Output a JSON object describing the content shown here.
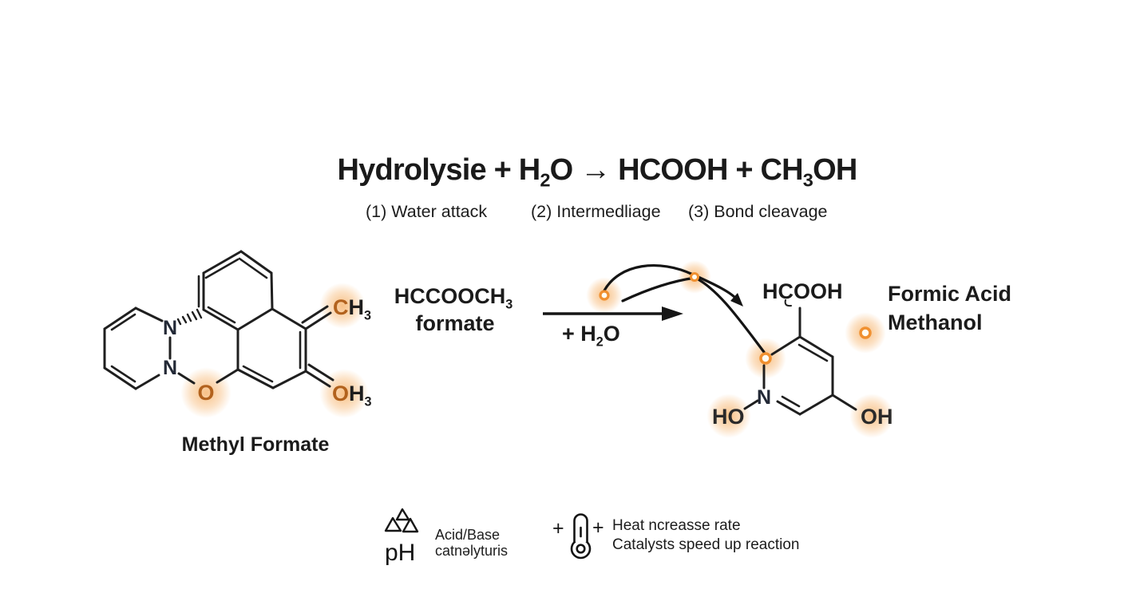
{
  "title": {
    "p1": "Hydrolysie + H",
    "s1": "2",
    "p2": "O → HCOOH + CH",
    "s2": "3",
    "p3": "OH"
  },
  "steps": {
    "s1": "(1) Water attack",
    "s2": "(2) Intermedliage",
    "s3": "(3) Bond cleavage"
  },
  "reactant": {
    "formula_p1": "HCCOOCH",
    "formula_s1": "3",
    "formula_line2": "formate",
    "name": "Methyl Formate",
    "n_top": "N",
    "n_bottom": "N",
    "o_bridge": "O",
    "ch3_c": "C",
    "ch3_h": "H",
    "ch3_s": "3",
    "oh3_o": "O",
    "oh3_h": "H",
    "oh3_s": "3"
  },
  "reaction": {
    "reagent_p1": "+ H",
    "reagent_s1": "2",
    "reagent_p2": "O"
  },
  "product": {
    "formula": "HCOOH",
    "name_line1": "Formic Acid",
    "name_line2": "Methanol",
    "n": "N",
    "ho": "HO",
    "oh": "OH"
  },
  "legend": {
    "ph": "pH",
    "acid_line1": "Acid/Base",
    "acid_line2": "catnəlyturis",
    "plus_left": "+",
    "plus_right": "+",
    "heat_line1": "Heat ncreasse rate",
    "heat_line2": "Catalysts speed up reaction"
  },
  "colors": {
    "ink": "#1f1f1f",
    "atom_orange": "#b2621d",
    "dot_ring": "#f09030",
    "glow": "#f49c3e"
  }
}
